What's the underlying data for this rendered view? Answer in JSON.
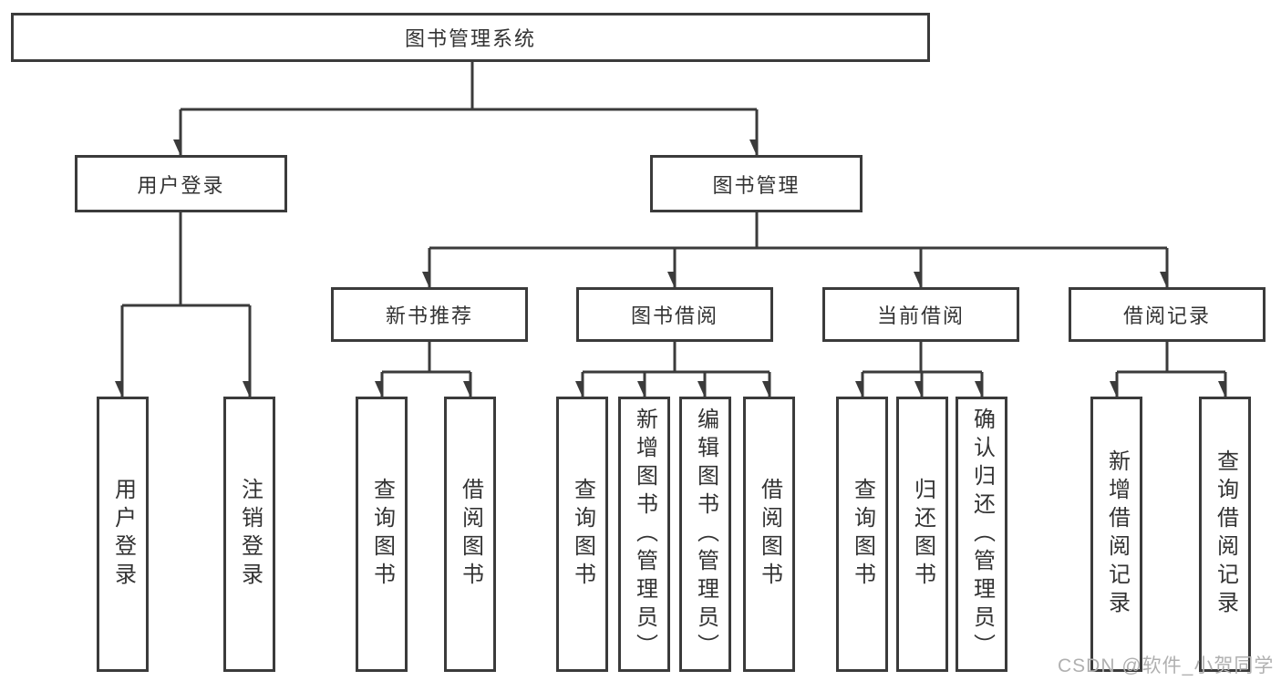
{
  "diagram_type": "hierarchy-tree",
  "colors": {
    "line": "#3b3b3b",
    "text": "#333333",
    "watermark": "#b0b0b0",
    "background": "#ffffff"
  },
  "tree": {
    "label": "图书管理系统",
    "children": [
      {
        "label": "用户登录",
        "children": [
          {
            "label": "用户登录"
          },
          {
            "label": "注销登录"
          }
        ]
      },
      {
        "label": "图书管理",
        "children": [
          {
            "label": "新书推荐",
            "children": [
              {
                "label": "查询图书"
              },
              {
                "label": "借阅图书"
              }
            ]
          },
          {
            "label": "图书借阅",
            "children": [
              {
                "label": "查询图书"
              },
              {
                "label": "新增图书（管理员）"
              },
              {
                "label": "编辑图书（管理员）"
              },
              {
                "label": "借阅图书"
              }
            ]
          },
          {
            "label": "当前借阅",
            "children": [
              {
                "label": "查询图书"
              },
              {
                "label": "归还图书"
              },
              {
                "label": "确认归还（管理员）"
              }
            ]
          },
          {
            "label": "借阅记录",
            "children": [
              {
                "label": "新增借阅记录"
              },
              {
                "label": "查询借阅记录"
              }
            ]
          }
        ]
      }
    ]
  },
  "watermark": {
    "text": "CSDN @软件_小贺同学"
  }
}
